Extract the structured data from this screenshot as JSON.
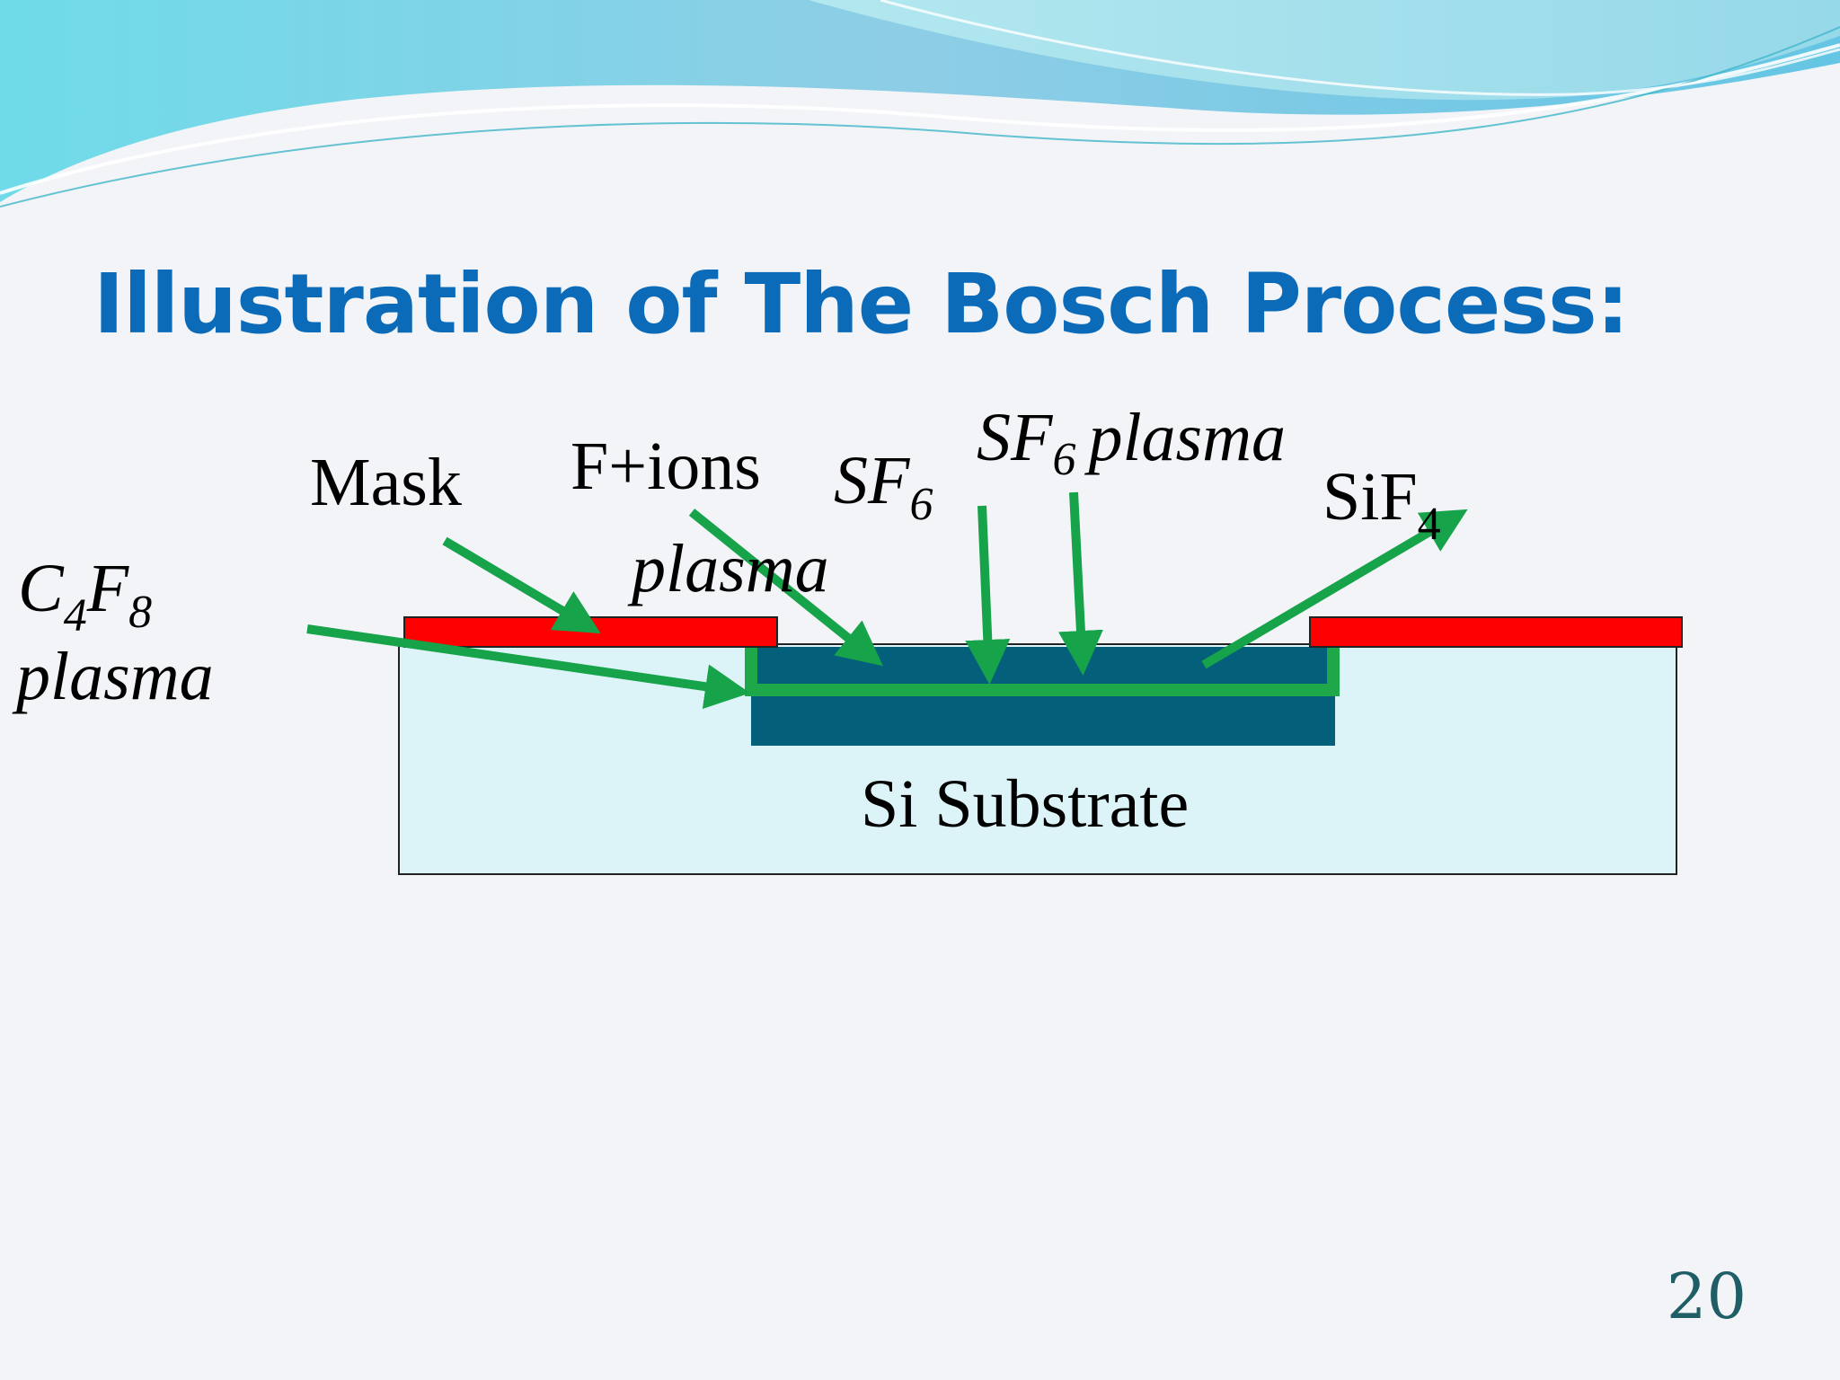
{
  "slide": {
    "title": "Illustration of The Bosch Process:",
    "page_number": "20"
  },
  "diagram": {
    "labels": {
      "mask": "Mask",
      "f_ions": "F+ions",
      "sf6_left": "SF",
      "sf6_left_sub": "6",
      "sf6_plasma_left_word": "plasma",
      "sf6_top": "SF",
      "sf6_top_sub": "6",
      "sf6_top_plasma": "plasma",
      "sif4": "SiF",
      "sif4_sub": "4",
      "c4f8_c": "C",
      "c4f8_c_sub": "4",
      "c4f8_f": "F",
      "c4f8_f_sub": "8",
      "c4f8_plasma": "plasma",
      "substrate": "Si Substrate"
    },
    "colors": {
      "mask": "#ff0000",
      "substrate": "#dcf4f8",
      "etched_region": "#04607a",
      "passivation": "#1fa84a",
      "arrow": "#16a34a",
      "title": "#0b6bb8"
    }
  }
}
